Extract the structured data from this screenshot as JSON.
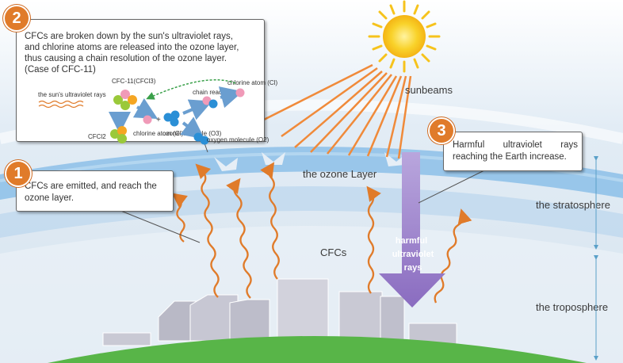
{
  "callout1": {
    "number": "1",
    "text": "CFCs are emitted, and reach the ozone layer."
  },
  "callout2": {
    "number": "2",
    "line1": "CFCs are broken down by the sun's ultraviolet rays,",
    "line2": "and chlorine atoms are released into the ozone layer,",
    "line3": "thus causing a chain resolution of the ozone layer.",
    "line4": "(Case of CFC-11)",
    "inset": {
      "cfc11": "CFC-11(CFCl3)",
      "uv_rays": "the sun's ultraviolet rays",
      "cfcl2": "CFCl2",
      "chlorine_atom": "chlorine atom (Cl)",
      "chain_reaction": "chain reaction",
      "chlorine_atom_right": "chlorine atom (Cl)",
      "ozone_molecule": "ozone molecule (O3)",
      "oxygen_molecule": "oxygen molecule (O2)"
    }
  },
  "callout3": {
    "number": "3",
    "text": "Harmful ultraviolet rays reaching the Earth increase."
  },
  "labels": {
    "sunbeams": "sunbeams",
    "ozone_layer": "the ozone Layer",
    "stratosphere": "the stratosphere",
    "troposphere": "the troposphere",
    "cfcs": "CFCs",
    "harmful_uv_1": "harmful",
    "harmful_uv_2": "ultraviolet",
    "harmful_uv_3": "rays"
  },
  "colors": {
    "sky": "#dfe9f3",
    "ozone": "#8fc0e6",
    "ground": "#5cb84a",
    "sun": "#f7c520",
    "sunbeam": "#f08a3a",
    "cfc_arrow": "#e07b2a",
    "uv_arrow": "#9b7fc8",
    "badge": "#e07b2a"
  }
}
